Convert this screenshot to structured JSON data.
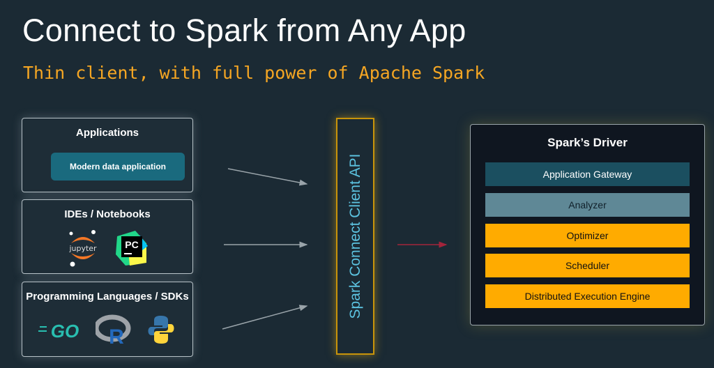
{
  "title": "Connect to Spark from Any App",
  "subtitle": "Thin client, with full power of Apache Spark",
  "sources": [
    {
      "heading": "Applications",
      "button": "Modern data application"
    },
    {
      "heading": "IDEs / Notebooks",
      "icons": [
        "jupyter-icon",
        "pycharm-icon"
      ],
      "jupyter_text": "jupyter",
      "pycharm_text": "PC"
    },
    {
      "heading": "Programming Languages / SDKs",
      "icons": [
        "go-icon",
        "r-icon",
        "python-icon"
      ],
      "go_text": "GO",
      "r_text": "R"
    }
  ],
  "api_label": "Spark Connect Client API",
  "driver": {
    "title": "Spark’s Driver",
    "layers": [
      {
        "label": "Application Gateway",
        "color": "#1b4f60",
        "text": "#ffffff"
      },
      {
        "label": "Analyzer",
        "color": "#5f8896",
        "text": "#10202a"
      },
      {
        "label": "Optimizer",
        "color": "#ffab00",
        "text": "#111111"
      },
      {
        "label": "Scheduler",
        "color": "#ffab00",
        "text": "#111111"
      },
      {
        "label": "Distributed Execution Engine",
        "color": "#ffab00",
        "text": "#111111"
      }
    ]
  }
}
